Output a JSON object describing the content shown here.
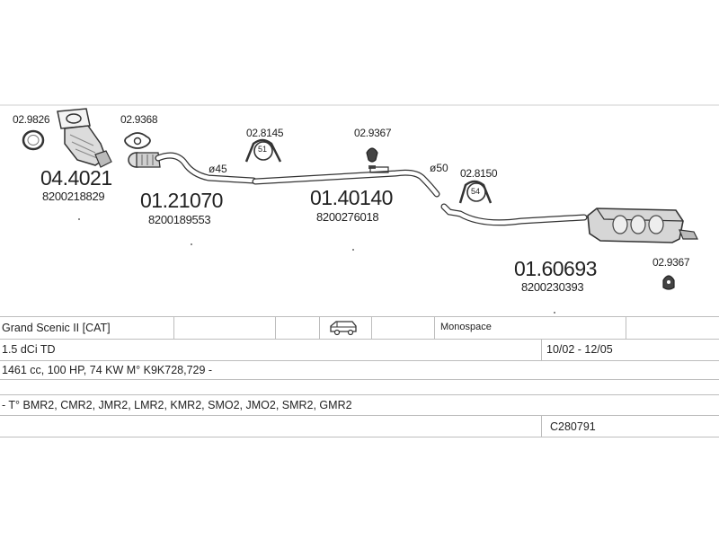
{
  "parts": [
    {
      "id": "p1",
      "code": "02.9826"
    },
    {
      "id": "p2",
      "code": "04.4021",
      "oem": "8200218829"
    },
    {
      "id": "p3",
      "code": "02.9368"
    },
    {
      "id": "p4",
      "code": "01.21070",
      "oem": "8200189553"
    },
    {
      "id": "p5",
      "code": "02.8145",
      "badge": "51"
    },
    {
      "id": "p6",
      "code": "02.9367"
    },
    {
      "id": "p7",
      "code": "01.40140",
      "oem": "8200276018"
    },
    {
      "id": "p8",
      "code": "02.8150",
      "badge": "54"
    },
    {
      "id": "p9",
      "code": "01.60693",
      "oem": "8200230393"
    },
    {
      "id": "p10",
      "code": "02.9367"
    }
  ],
  "diameters": {
    "d45": "ø45",
    "d50": "ø50"
  },
  "vehicle": {
    "model": "Grand Scenic II  [CAT]",
    "body_type": "Monospace",
    "engine": "1.5 dCi TD",
    "dates": "10/02 - 12/05",
    "specs": "1461 cc, 100 HP, 74 KW M° K9K728,729 -",
    "types": "- T° BMR2, CMR2, JMR2, LMR2, KMR2, SMO2, JMO2, SMR2, GMR2",
    "ref": "C280791"
  },
  "icons": {
    "vehicle": "van-icon"
  }
}
